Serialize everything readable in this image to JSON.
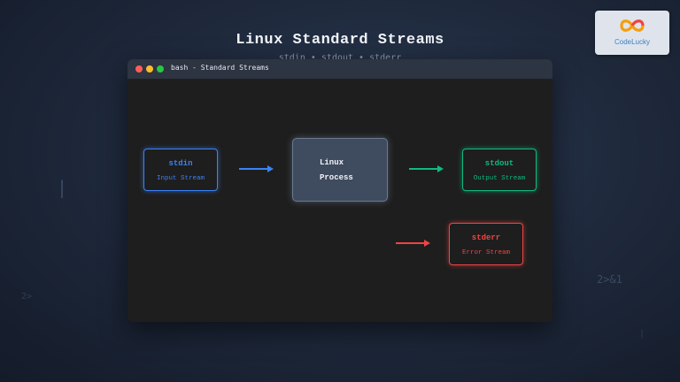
{
  "page": {
    "title": "Linux Standard Streams",
    "subtitle": "stdin • stdout • stderr"
  },
  "brand": {
    "name": "CodeLucky",
    "logo_icon": "infinity-logo-icon"
  },
  "background_glyphs": [
    "2>&1",
    "|",
    "2>",
    "|"
  ],
  "window": {
    "title": "bash - Standard Streams",
    "controls": [
      "close",
      "minimize",
      "maximize"
    ]
  },
  "diagram": {
    "stdin": {
      "label": "stdin",
      "description": "Input Stream"
    },
    "process": {
      "line1": "Linux",
      "line2": "Process"
    },
    "stdout": {
      "label": "stdout",
      "description": "Output Stream"
    },
    "stderr": {
      "label": "stderr",
      "description": "Error Stream"
    }
  },
  "colors": {
    "stdin": "#3b82f6",
    "stdout": "#10b981",
    "stderr": "#ef4444",
    "process_fill": "#3f4b5e",
    "window_bg": "#1e1e1e",
    "titlebar": "#2d3442"
  }
}
